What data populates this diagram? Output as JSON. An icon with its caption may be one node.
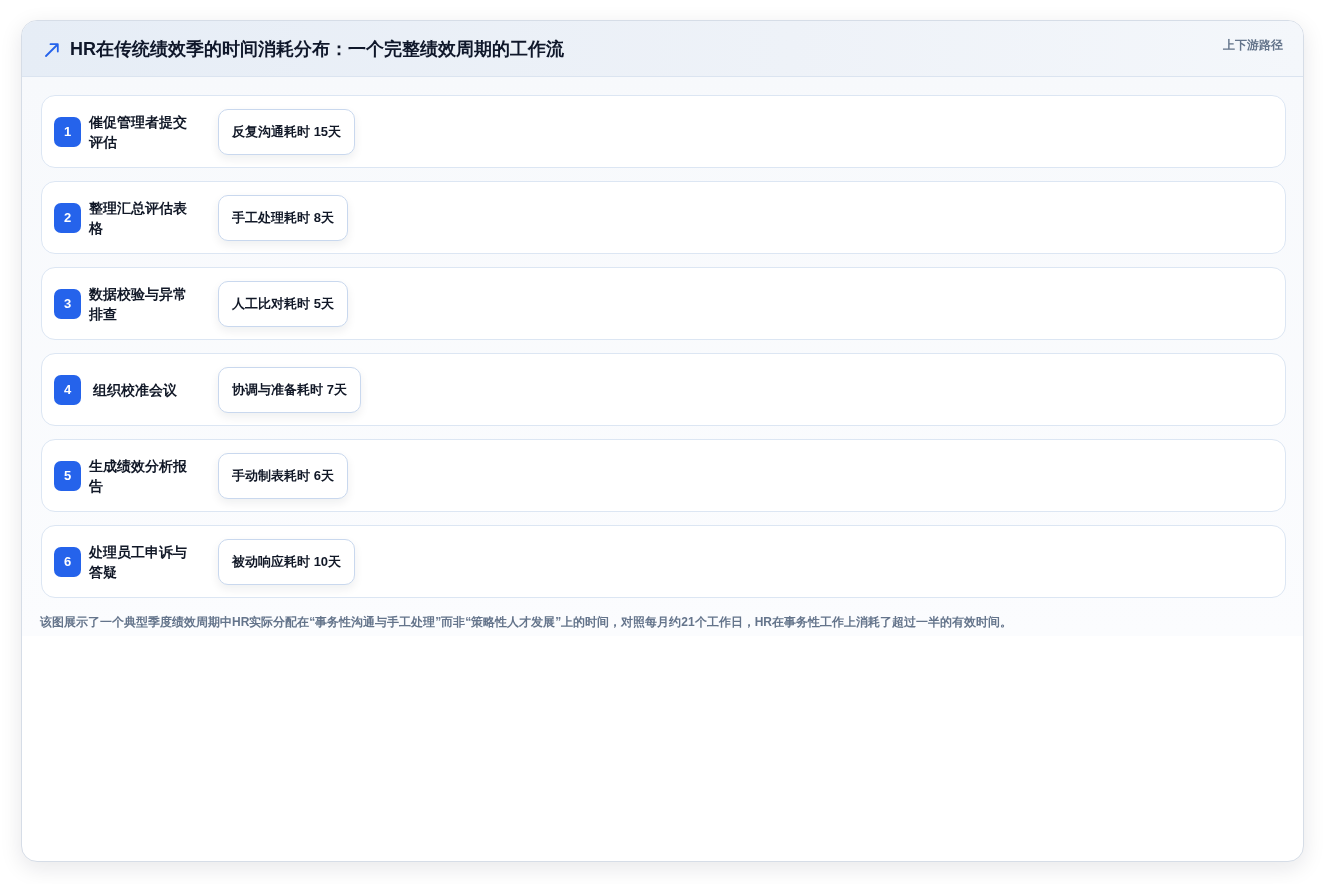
{
  "diagram": {
    "title": "HR在传统绩效季的时间消耗分布：一个完整绩效周期的工作流",
    "caption": "该图展示了一个典型季度绩效周期中HR实际分配在“事务性沟通与手工处理”而非“策略性人才发展”上的时间，对照每月约21个工作日，HR在事务性工作上消耗了超过一半的有效时间。",
    "nodes": [
      {
        "text": [
          "催促管理者提交评估"
        ]
      },
      {
        "text": [
          "1"
        ],
        "in": 0
      },
      {
        "text": [
          "反复沟通耗时 **15天**"
        ],
        "in": 0
      },
      {
        "text": [
          "整理汇总评估表格"
        ]
      },
      {
        "text": [
          "2"
        ],
        "in": 3
      },
      {
        "text": [
          "手工处理耗时 **8天**"
        ],
        "in": 3
      },
      {
        "text": [
          "数据校验与异常排查"
        ]
      },
      {
        "text": [
          "3"
        ],
        "in": 6
      },
      {
        "text": [
          "人工比对耗时 **5天**"
        ],
        "in": 6
      },
      {
        "text": [
          "组织校准会议"
        ]
      },
      {
        "text": [
          "4"
        ],
        "in": 9
      },
      {
        "text": [
          "协调与准备耗时 **7天**"
        ],
        "in": 9
      },
      {
        "text": [
          "生成绩效分析报告"
        ]
      },
      {
        "text": [
          "5"
        ],
        "in": 12
      },
      {
        "text": [
          "手动制表耗时 **6天**"
        ],
        "in": 12
      },
      {
        "text": [
          "处理员工申诉与答疑"
        ]
      },
      {
        "text": [
          "6"
        ],
        "in": 15
      },
      {
        "text": [
          "被动响应耗时 **10天**"
        ],
        "in": 15
      }
    ],
    "labels": [
      "上下游路径"
    ]
  }
}
